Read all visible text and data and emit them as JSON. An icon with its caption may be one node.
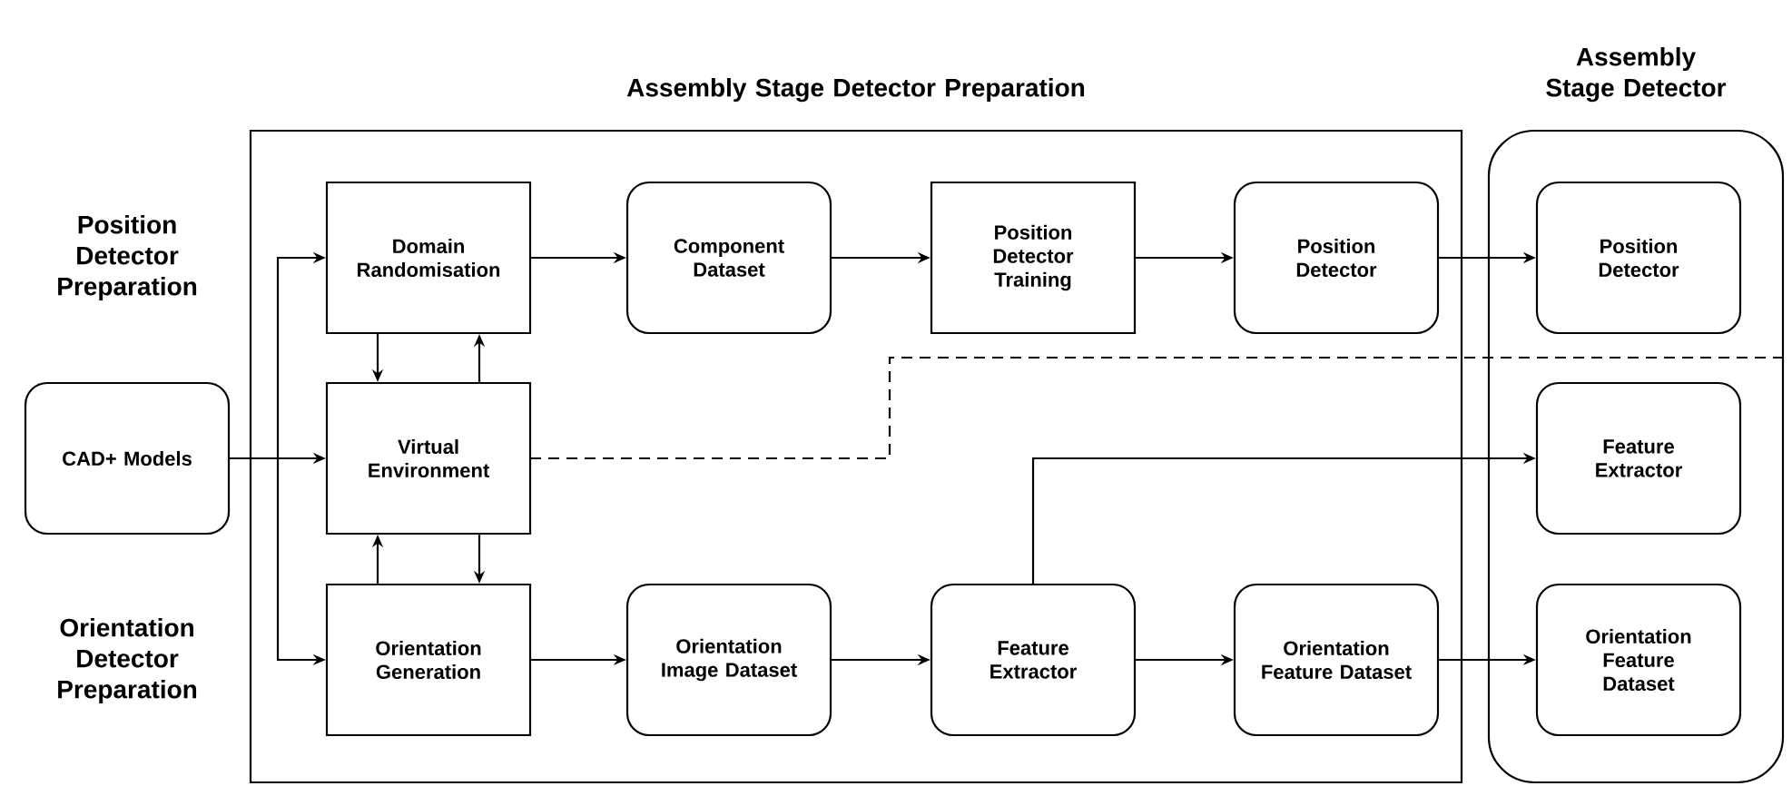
{
  "diagram": {
    "nodes": [
      {
        "text": [
          "CAD+ Models"
        ]
      },
      {
        "text": [
          "Assembly Stage Detector Preparation"
        ]
      },
      {
        "text": [
          "Domain Randomisation"
        ],
        "in": 1
      },
      {
        "text": [
          "Component Dataset"
        ],
        "in": 1
      },
      {
        "text": [
          "Position Detector Training"
        ],
        "in": 1
      },
      {
        "text": [
          "Position Detector"
        ],
        "in": 1
      },
      {
        "text": [
          "Virtual Environment"
        ],
        "in": 1
      },
      {
        "text": [
          "Orientation Generation"
        ],
        "in": 1
      },
      {
        "text": [
          "Orientation Image Dataset"
        ],
        "in": 1
      },
      {
        "text": [
          "Feature Extractor"
        ],
        "in": 1
      },
      {
        "text": [
          "Orientation Feature Dataset"
        ],
        "in": 1
      },
      {
        "text": [
          "Assembly Stage Detector"
        ]
      },
      {
        "text": [
          "Position Detector"
        ],
        "in": 11
      },
      {
        "text": [
          "Feature Extractor"
        ],
        "in": 11
      },
      {
        "text": [
          "Orientation Feature Dataset"
        ],
        "in": 11
      }
    ],
    "edges": [
      {
        "from": 0,
        "to": 6,
        "arrow": "to"
      },
      {
        "from": 0,
        "to": 2,
        "arrow": "to"
      },
      {
        "from": 0,
        "to": 7,
        "arrow": "to"
      },
      {
        "from": 2,
        "to": 6,
        "arrow": "to"
      },
      {
        "from": 6,
        "to": 2,
        "arrow": "to"
      },
      {
        "from": 6,
        "to": 7,
        "arrow": "to"
      },
      {
        "from": 7,
        "to": 6,
        "arrow": "to"
      },
      {
        "from": 2,
        "to": 3,
        "arrow": "to"
      },
      {
        "from": 3,
        "to": 4,
        "arrow": "to"
      },
      {
        "from": 4,
        "to": 5,
        "arrow": "to"
      },
      {
        "from": 5,
        "to": 12,
        "arrow": "to"
      },
      {
        "from": 7,
        "to": 8,
        "arrow": "to"
      },
      {
        "from": 8,
        "to": 9,
        "arrow": "to"
      },
      {
        "from": 9,
        "to": 10,
        "arrow": "to"
      },
      {
        "from": 10,
        "to": 14,
        "arrow": "to"
      },
      {
        "from": 9,
        "to": 13,
        "arrow": "to"
      }
    ],
    "labels": [
      "Position Detector Preparation",
      "Orientation Detector Preparation"
    ]
  }
}
